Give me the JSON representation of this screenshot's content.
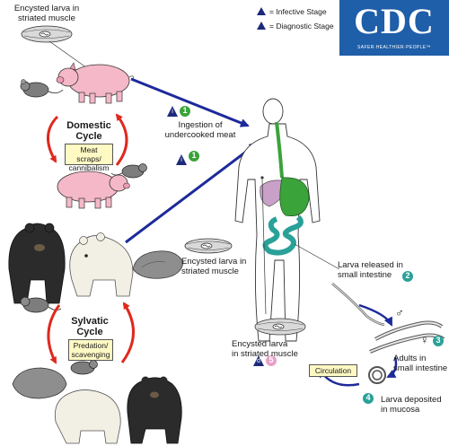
{
  "legend": {
    "infective_letter": "i",
    "infective_label": "= Infective Stage",
    "diagnostic_letter": "d",
    "diagnostic_label": "= Diagnostic Stage"
  },
  "logo": {
    "letters": "CDC",
    "tagline": "SAFER·HEALTHIER·PEOPLE™"
  },
  "labels": {
    "encysted_top": "Encysted larva in\nstriated muscle",
    "domestic_cycle": "Domestic\nCycle",
    "meat_scraps": "Meat scraps/\ncannibalism",
    "ingestion": "Ingestion of\nundercooked meat",
    "encysted_mid": "Encysted larva in\nstriated muscle",
    "sylvatic_cycle": "Sylvatic\nCycle",
    "predation": "Predation/\nscavenging",
    "larva_released": "Larva released in\nsmall intestine",
    "adults": "Adults in\nsmall intestine",
    "larva_deposited": "Larva deposited\nin mucosa",
    "encysted_human": "Encysted larva\nin striated muscle",
    "circulation": "Circulation",
    "male_symbol": "♂",
    "female_symbol": "♀"
  },
  "stage_numbers": {
    "s1_top": "1",
    "s1_bottom": "1",
    "s2": "2",
    "s3": "3",
    "s4": "4",
    "s5": "5"
  },
  "colors": {
    "cycle_arrow": "#e0281e",
    "main_arrow": "#1d2a9a",
    "stage_teal": "#2aa198",
    "stage_green": "#3aa33a",
    "stage_pink": "#e8a0c8",
    "infective_triangle": "#1d2a7a",
    "logo_blue": "#1f5ea8"
  }
}
